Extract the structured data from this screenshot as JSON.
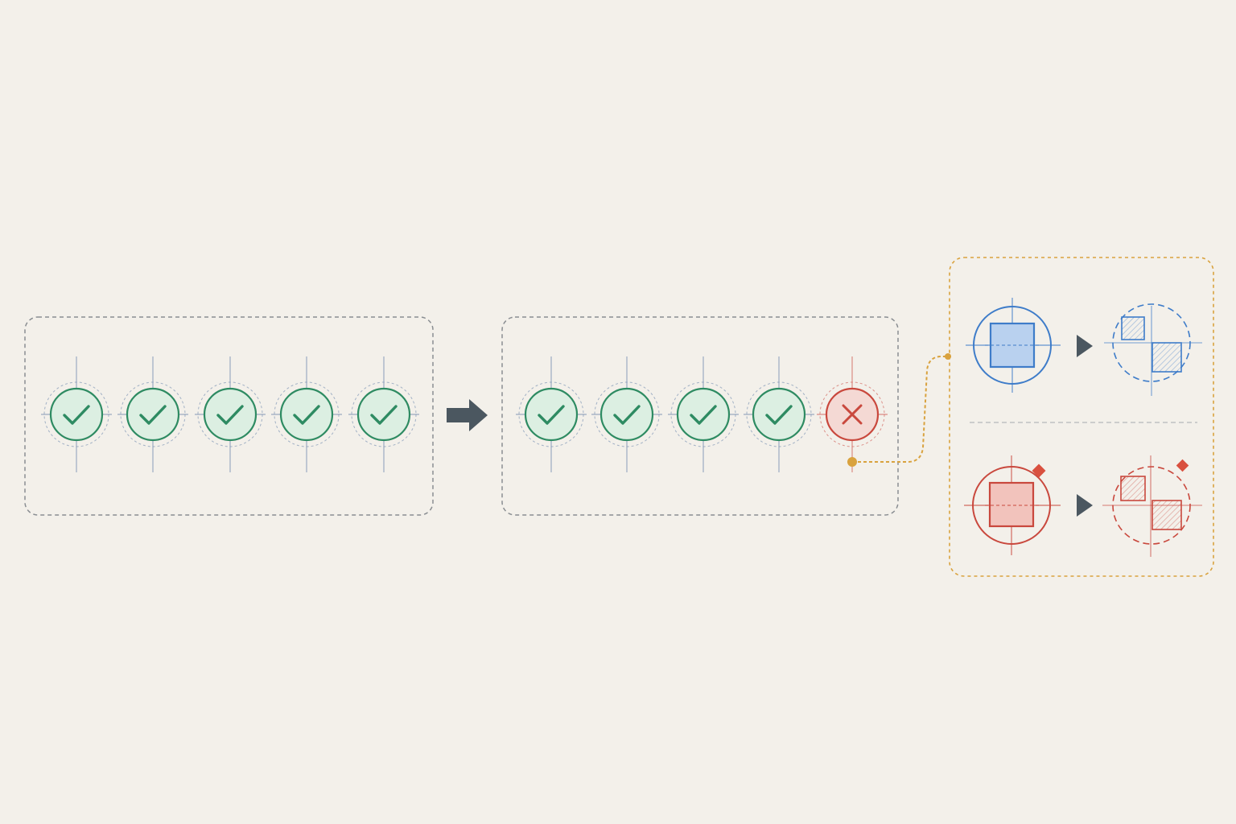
{
  "colors": {
    "background": "#f3f0ea",
    "frame_dash": "#8a8e92",
    "pass_stroke": "#2e8b62",
    "pass_fill": "#dcefe2",
    "pass_mark": "#2e8b62",
    "fail_stroke": "#c9483d",
    "fail_fill": "#f4d9d4",
    "fail_mark": "#c9483d",
    "crosshair_pass": "#7f95b5",
    "crosshair_fail": "#d26a62",
    "arrow": "#4b5760",
    "link": "#d9a23e",
    "blue_stroke": "#3e7cc9",
    "blue_fill": "#b9d1ef",
    "red_stroke": "#c9483d",
    "red_fill": "#f2c3bc",
    "separator": "#b5b8ba"
  },
  "diagram": {
    "before_group": {
      "nodes": [
        "pass",
        "pass",
        "pass",
        "pass",
        "pass"
      ]
    },
    "flow_arrow_icon": "right-arrow-icon",
    "after_group": {
      "nodes": [
        "pass",
        "pass",
        "pass",
        "pass",
        "fail"
      ]
    },
    "detail_panel": {
      "rows": [
        {
          "tone": "blue",
          "marker": false
        },
        {
          "tone": "red",
          "marker": true
        }
      ]
    }
  }
}
